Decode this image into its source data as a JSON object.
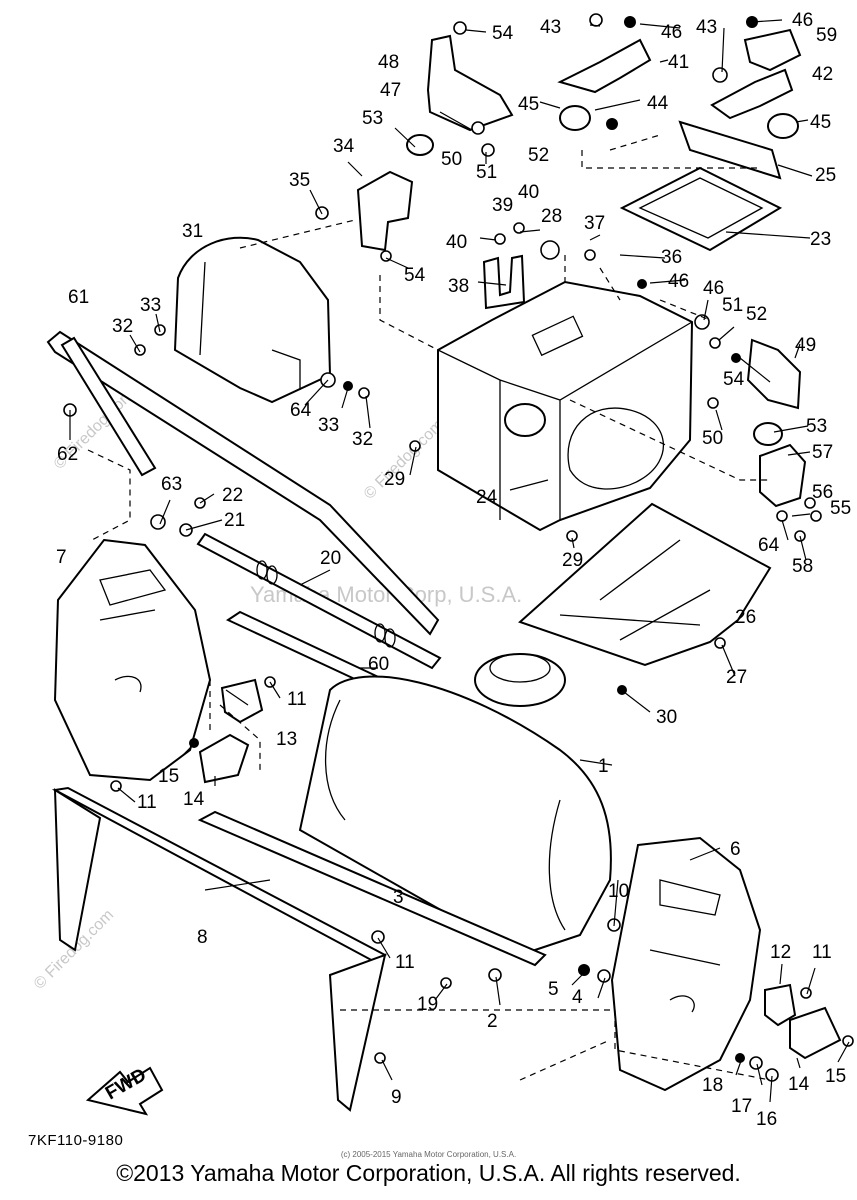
{
  "diagram": {
    "callouts": [
      "1",
      "2",
      "3",
      "4",
      "5",
      "6",
      "7",
      "8",
      "9",
      "10",
      "11",
      "11",
      "11",
      "11",
      "12",
      "13",
      "14",
      "14",
      "15",
      "15",
      "16",
      "17",
      "18",
      "19",
      "20",
      "21",
      "22",
      "23",
      "24",
      "25",
      "26",
      "27",
      "28",
      "29",
      "29",
      "30",
      "31",
      "32",
      "32",
      "33",
      "33",
      "34",
      "35",
      "36",
      "37",
      "38",
      "39",
      "40",
      "40",
      "41",
      "42",
      "43",
      "43",
      "44",
      "45",
      "45",
      "46",
      "46",
      "46",
      "46",
      "47",
      "48",
      "49",
      "50",
      "50",
      "51",
      "51",
      "52",
      "52",
      "53",
      "53",
      "54",
      "54",
      "54",
      "55",
      "56",
      "57",
      "58",
      "59",
      "60",
      "61",
      "62",
      "63",
      "64",
      "64"
    ],
    "watermarks": [
      "© Firedog.com",
      "Yamaha Motor Corp, U.S.A."
    ],
    "fwd_label": "FWD"
  },
  "footer": {
    "part_code": "7KF110-9180",
    "small_copyright": "(c) 2005-2015 Yamaha Motor Corporation, U.S.A.",
    "copyright": "©2013 Yamaha Motor Corporation, U.S.A. All rights reserved."
  }
}
